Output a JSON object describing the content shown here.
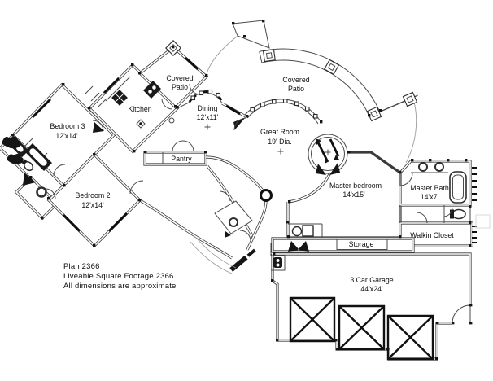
{
  "drawing": {
    "notes": [
      "Plan 2366",
      "Liveable Square Footage 2366",
      "All dimensions are approximate"
    ]
  },
  "rooms": {
    "bedroom3": {
      "name": "Bedroom 3",
      "dims": "12'x14'"
    },
    "bedroom2": {
      "name": "Bedroom 2",
      "dims": "12'x14'"
    },
    "kitchen": {
      "name": "Kitchen"
    },
    "covered_patio_west": {
      "line1": "Covered",
      "line2": "Patio"
    },
    "dining": {
      "name": "Dining",
      "dims": "12'x11'"
    },
    "covered_patio_east": {
      "line1": "Covered",
      "line2": "Patio"
    },
    "great_room": {
      "name": "Great Room",
      "dims": "19' Dia."
    },
    "pantry": {
      "name": "Pantry"
    },
    "master_bedroom": {
      "name": "Master bedroom",
      "dims": "14'x15'"
    },
    "master_bath": {
      "name": "Master Bath",
      "dims": "14'x7'"
    },
    "walkin_closet": {
      "name": "Walkin Closet"
    },
    "storage": {
      "name": "Storage"
    },
    "garage": {
      "name": "3 Car Garage",
      "dims": "44'x24'"
    }
  },
  "colors": {
    "wall": "#3a3a3a",
    "window": "#0f0f0f",
    "line_light": "#9a9a9a",
    "text": "#101010",
    "background": "#ffffff"
  }
}
